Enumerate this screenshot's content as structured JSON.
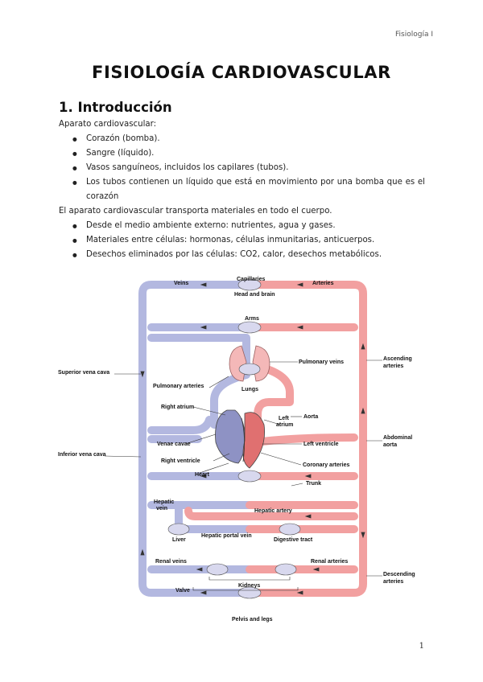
{
  "header": {
    "label": "Fisiología I"
  },
  "title": "FISIOLOGÍA CARDIOVASCULAR",
  "section": "1. Introducción",
  "intro": "Aparato cardiovascular:",
  "list1": [
    "Corazón (bomba).",
    "Sangre (líquido).",
    "Vasos sanguíneos, incluidos los capilares (tubos).",
    "Los tubos contienen un líquido que está en movimiento por una bomba que es el corazón"
  ],
  "para2": "El aparato cardiovascular transporta materiales en todo el cuerpo.",
  "list2": [
    "Desde el medio ambiente externo: nutrientes, agua y gases.",
    "Materiales entre células: hormonas, células inmunitarias, anticuerpos.",
    "Desechos eliminados por las células: CO2, calor, desechos metabólicos."
  ],
  "figure": {
    "colors": {
      "vein": "#b3b8e0",
      "vein_stroke": "#6b72b0",
      "artery": "#f2a0a0",
      "artery_stroke": "#c96565",
      "line": "#333333"
    },
    "labels": {
      "veins": "Veins",
      "capillaries": "Capillaries",
      "arteries": "Arteries",
      "head_brain": "Head and brain",
      "arms": "Arms",
      "superior_vena_cava": "Superior vena cava",
      "pulmonary_veins": "Pulmonary veins",
      "ascending_arteries_1": "Ascending",
      "ascending_arteries_2": "arteries",
      "pulmonary_arteries": "Pulmonary arteries",
      "lungs": "Lungs",
      "right_atrium": "Right atrium",
      "left_atrium_1": "Left",
      "left_atrium_2": "atrium",
      "aorta": "Aorta",
      "abdominal_aorta_1": "Abdominal",
      "abdominal_aorta_2": "aorta",
      "venae_cavae": "Venae cavae",
      "left_ventricle": "Left ventricle",
      "inferior_vena_cava": "Inferior vena cava",
      "right_ventricle": "Right ventricle",
      "coronary_arteries": "Coronary arteries",
      "heart": "Heart",
      "trunk": "Trunk",
      "hepatic_vein_1": "Hepatic",
      "hepatic_vein_2": "vein",
      "hepatic_artery": "Hepatic artery",
      "liver": "Liver",
      "hepatic_portal_vein": "Hepatic portal vein",
      "digestive_tract": "Digestive tract",
      "renal_veins": "Renal veins",
      "renal_arteries": "Renal arteries",
      "kidneys": "Kidneys",
      "descending_arteries_1": "Descending",
      "descending_arteries_2": "arteries",
      "valve": "Valve",
      "pelvis_legs": "Pelvis and legs"
    }
  },
  "page_number": "1"
}
